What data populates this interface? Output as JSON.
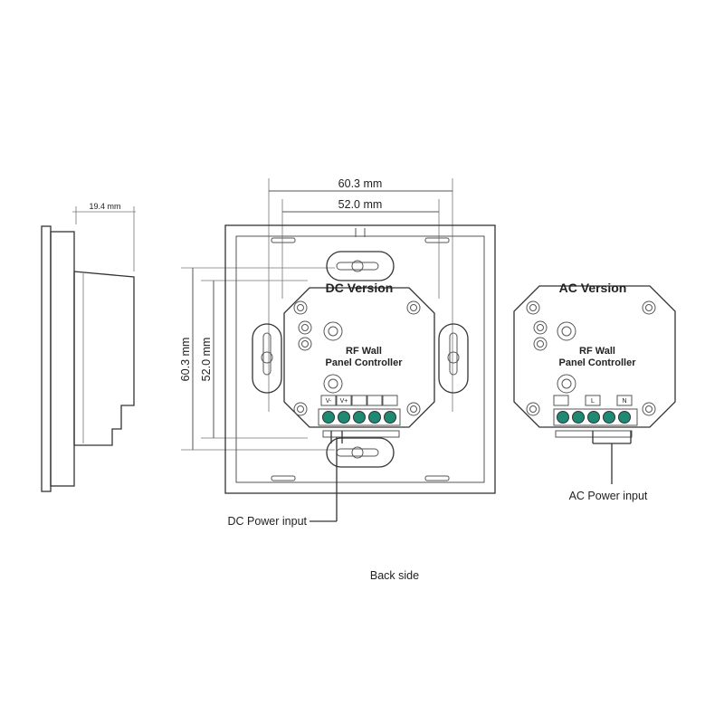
{
  "side_view": {
    "depth_label": "19.4 mm"
  },
  "dc_panel": {
    "width_outer": "60.3 mm",
    "width_inner": "52.0 mm",
    "height_outer": "60.3 mm",
    "height_inner": "52.0 mm",
    "title": "DC Version",
    "product_line1": "RF Wall",
    "product_line2": "Panel Controller",
    "terminal_v_minus": "V-",
    "terminal_v_plus": "V+",
    "power_label": "DC Power input"
  },
  "ac_module": {
    "title": "AC Version",
    "product_line1": "RF Wall",
    "product_line2": "Panel Controller",
    "terminal_l": "L",
    "terminal_n": "N",
    "power_label": "AC Power input"
  },
  "caption": "Back side"
}
